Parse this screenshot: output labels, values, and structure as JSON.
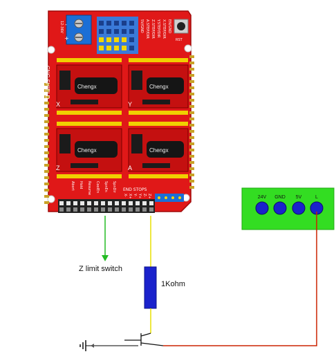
{
  "shield": {
    "title": "CNC SHIELD",
    "power_label": "12-36V",
    "minus_label": "-",
    "plus_label": "+",
    "driver_brand": "Chengx",
    "end_stops_label": "END STOPS",
    "stepper_labels": [
      "X",
      "Y",
      "Z",
      "A"
    ],
    "top_header_labels": [
      "EN/GND",
      "X.STEP/DIR",
      "Y.STEP/DIR",
      "Z.STEP/DIR",
      "A.STEP/DIR",
      "5V/GND"
    ],
    "left_pin_labels": [
      "Abort",
      "Hold",
      "Resume",
      "CoolEn",
      "SpnEn",
      "SpnDir"
    ],
    "end_stop_pins": [
      "X-",
      "X+",
      "Y-",
      "Y+",
      "Z-",
      "Z+"
    ],
    "reset_label": "RST"
  },
  "power_block": {
    "labels": [
      "24V",
      "GND",
      "5V",
      "L"
    ],
    "color": "#33dd22",
    "terminal_color": "#1a22cc"
  },
  "annotations": {
    "z_limit": "Z limit switch",
    "resistor": "1Kohm"
  },
  "wire_colors": {
    "signal": "#22bb22",
    "yellow": "#e8e000",
    "red": "#cc2200",
    "ground": "#555555"
  }
}
